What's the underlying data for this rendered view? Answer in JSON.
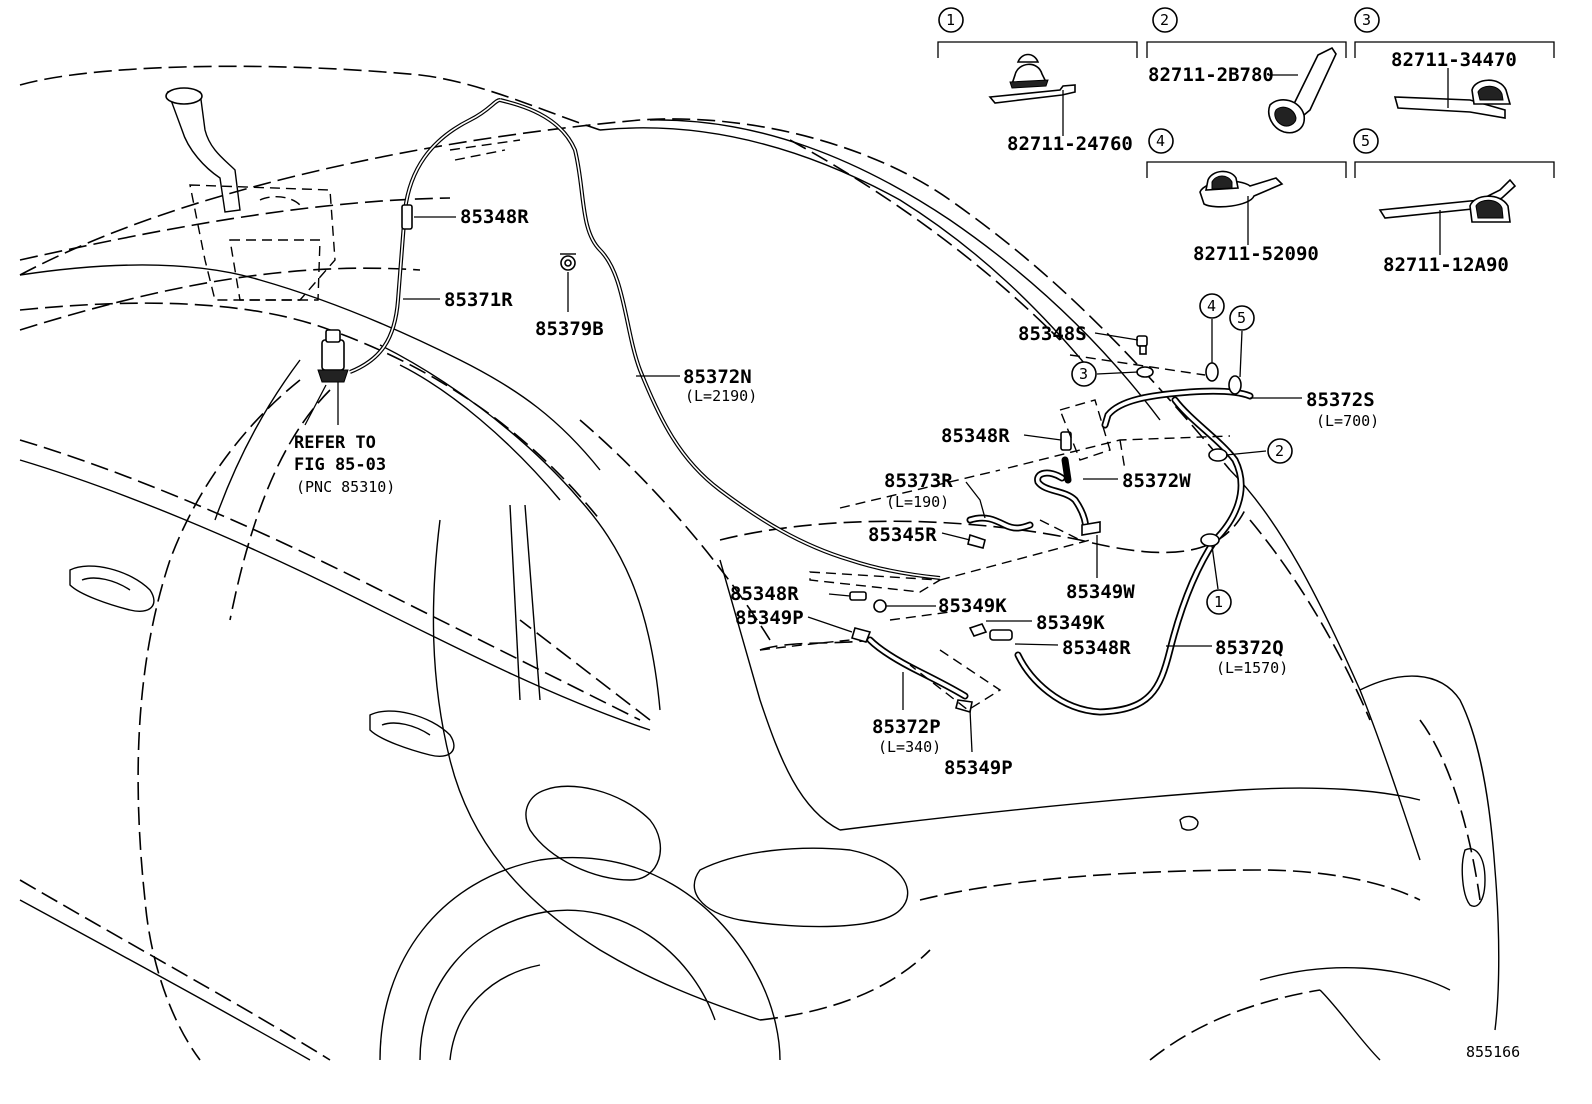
{
  "callouts": [
    {
      "id": "c_85348R_a",
      "text": "85348R"
    },
    {
      "id": "c_85371R",
      "text": "85371R"
    },
    {
      "id": "c_85379B",
      "text": "85379B"
    },
    {
      "id": "c_85372N",
      "text": "85372N",
      "length": "(L=2190)"
    },
    {
      "id": "c_85348S",
      "text": "85348S"
    },
    {
      "id": "c_85372S",
      "text": "85372S",
      "length": "(L=700)"
    },
    {
      "id": "c_85348R_b",
      "text": "85348R"
    },
    {
      "id": "c_85372W",
      "text": "85372W"
    },
    {
      "id": "c_85373R",
      "text": "85373R",
      "length": "(L=190)"
    },
    {
      "id": "c_85345R",
      "text": "85345R"
    },
    {
      "id": "c_85349W",
      "text": "85349W"
    },
    {
      "id": "c_85348R_c",
      "text": "85348R"
    },
    {
      "id": "c_85349K_a",
      "text": "85349K"
    },
    {
      "id": "c_85349P_a",
      "text": "85349P"
    },
    {
      "id": "c_85349K_b",
      "text": "85349K"
    },
    {
      "id": "c_85348R_d",
      "text": "85348R"
    },
    {
      "id": "c_85372Q",
      "text": "85372Q",
      "length": "(L=1570)"
    },
    {
      "id": "c_85372P",
      "text": "85372P",
      "length": "(L=340)"
    },
    {
      "id": "c_85349P_b",
      "text": "85349P"
    }
  ],
  "reference_note": [
    "REFER TO",
    "FIG 85-03",
    "(PNC 85310)"
  ],
  "clamp_insets": [
    {
      "num": "1",
      "part": "82711-24760"
    },
    {
      "num": "2",
      "part": "82711-2B780"
    },
    {
      "num": "3",
      "part": "82711-34470"
    },
    {
      "num": "4",
      "part": "82711-52090"
    },
    {
      "num": "5",
      "part": "82711-12A90"
    }
  ],
  "diagram_markers": [
    "4",
    "5",
    "3",
    "2",
    "1"
  ],
  "figure_id": "855166"
}
